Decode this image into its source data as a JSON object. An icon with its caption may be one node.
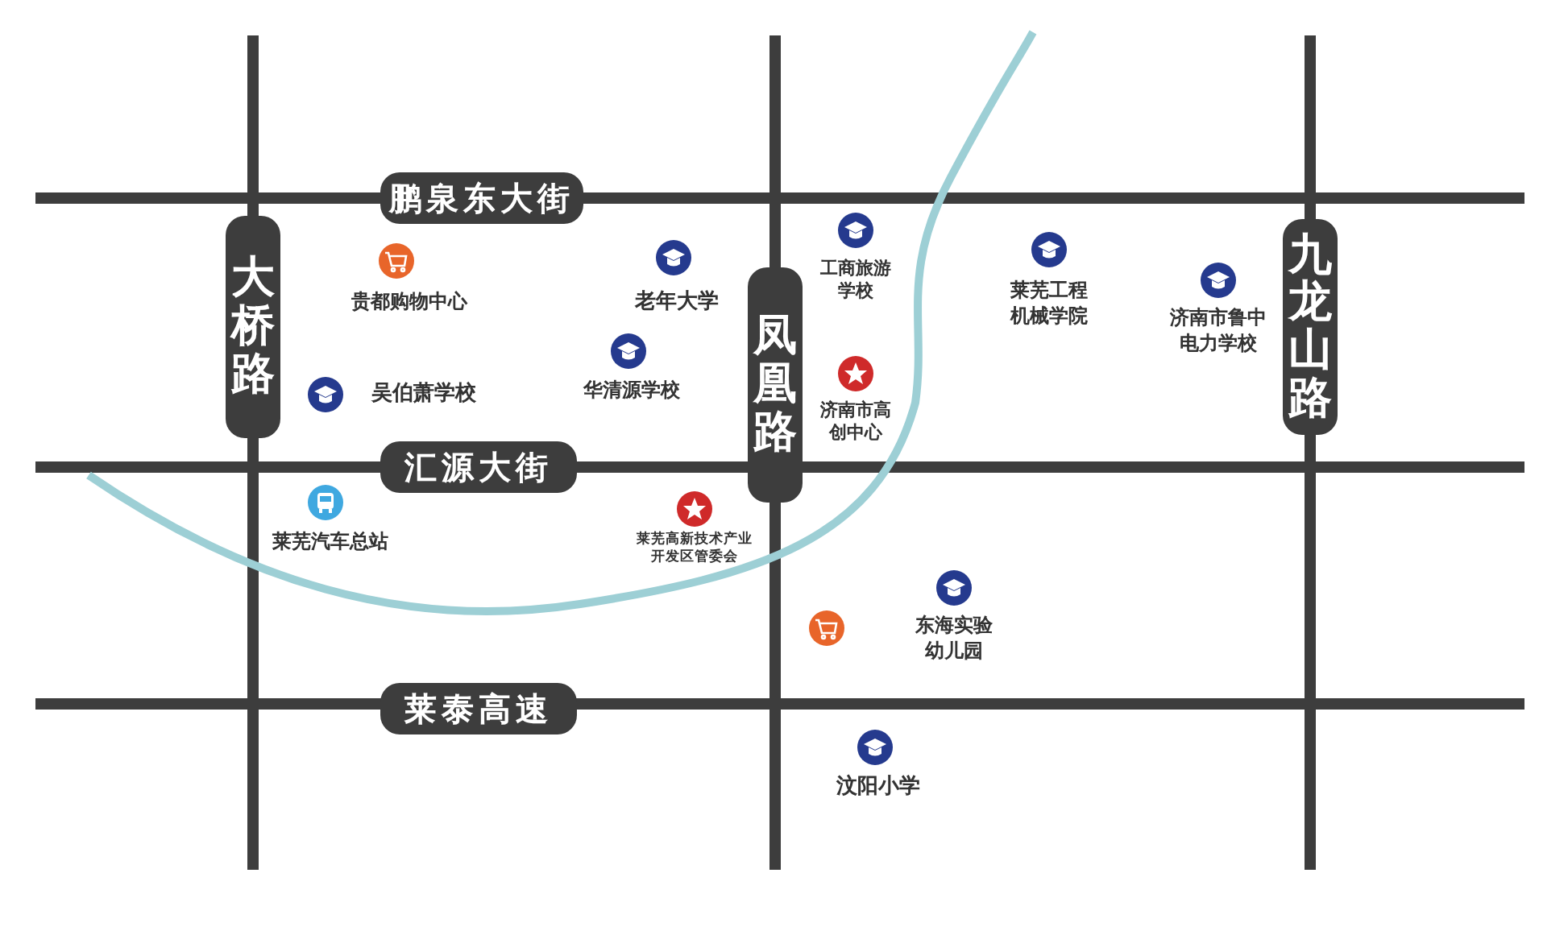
{
  "diagram": {
    "nodes": [
      {
        "text": [
          "鹏泉东大街"
        ]
      },
      {
        "text": [
          "大桥路"
        ]
      },
      {
        "text": [
          "凤凰路"
        ]
      },
      {
        "text": [
          "九龙山路"
        ]
      },
      {
        "text": [
          "汇源大街"
        ]
      },
      {
        "text": [
          "莱泰高速"
        ]
      }
    ],
    "labels": [
      "贵都购物中心",
      "工商旅游学校",
      "老年大学",
      "莱芜工程机械学院",
      "济南市鲁中电力学校",
      "华清源学校",
      "吴伯萧学校",
      "济南市高创中心",
      "莱芜汽车总站",
      "莱芜高新技术产业开发区管委会",
      "东海实验幼儿园",
      "汶阳小学"
    ]
  }
}
